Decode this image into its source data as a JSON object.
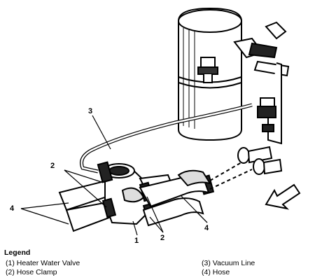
{
  "callouts": {
    "c1": "1",
    "c2a": "2",
    "c2b": "2",
    "c3": "3",
    "c4a": "4",
    "c4b": "4"
  },
  "legend": {
    "title": "Legend",
    "items": [
      "(1)  Heater Water Valve",
      "(2)  Hose Clamp",
      "(3)  Vacuum Line",
      "(4)  Hose"
    ]
  },
  "icons": {
    "direction_arrow": "arrow-pointing-down-left"
  }
}
